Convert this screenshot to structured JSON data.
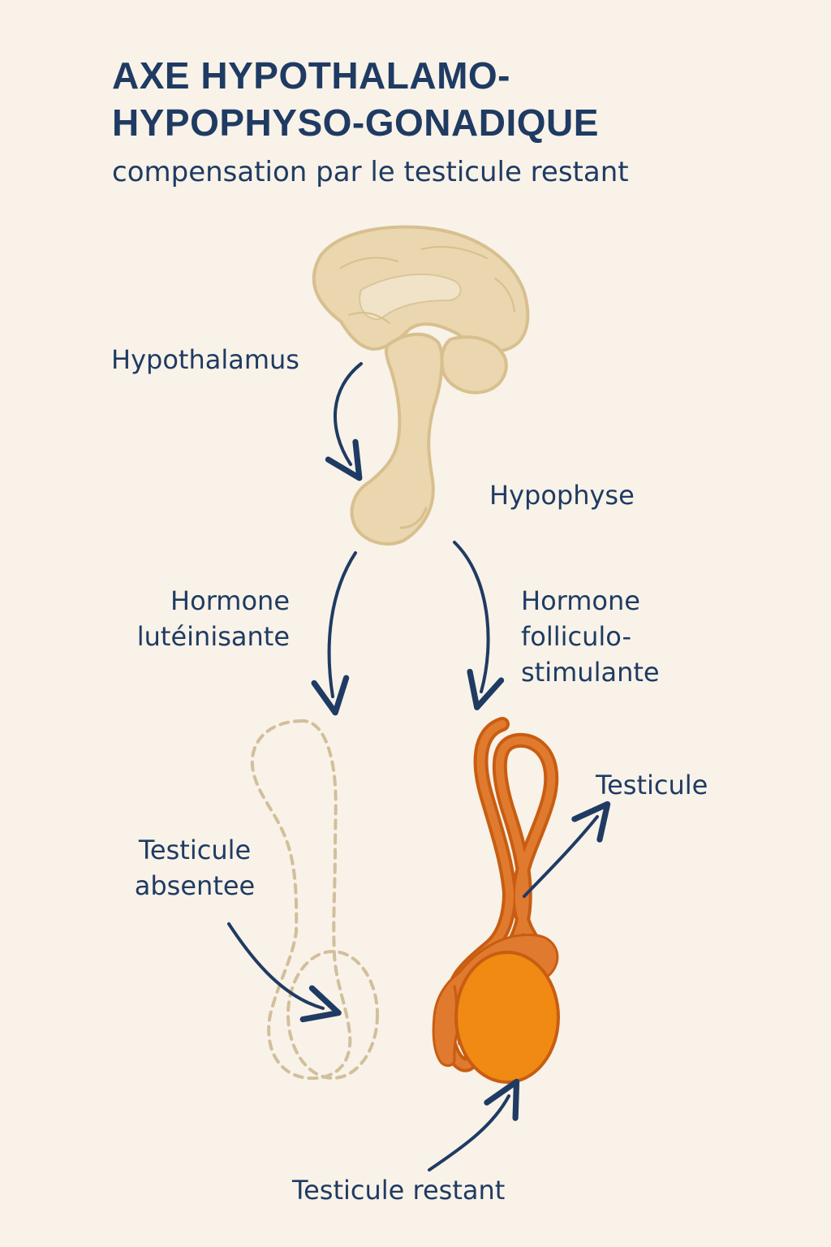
{
  "header": {
    "title_line1": "AXE HYPOTHALAMO-",
    "title_line2": "HYPOPHYSO-GONADIQUE",
    "subtitle": "compensation par le testicule restant"
  },
  "labels": {
    "hypothalamus": "Hypothalamus",
    "hypophyse": "Hypophyse",
    "lh_line1": "Hormone",
    "lh_line2": "lutéinisante",
    "fsh_line1": "Hormone",
    "fsh_line2": "folliculo-",
    "fsh_line3": "stimulante",
    "testicule": "Testicule",
    "absent_line1": "Testicule",
    "absent_line2": "absentee",
    "restant": "Testicule restant"
  },
  "colors": {
    "background": "#f8f2e8",
    "text": "#1f3b63",
    "arrow": "#1f3b63",
    "brain": "#ead7b0",
    "brain_outline": "#d8bf8e",
    "testis": "#f08a12",
    "testis_outline": "#c85d12",
    "cord": "#e07a2f",
    "absent_outline": "#d2bf9b"
  }
}
